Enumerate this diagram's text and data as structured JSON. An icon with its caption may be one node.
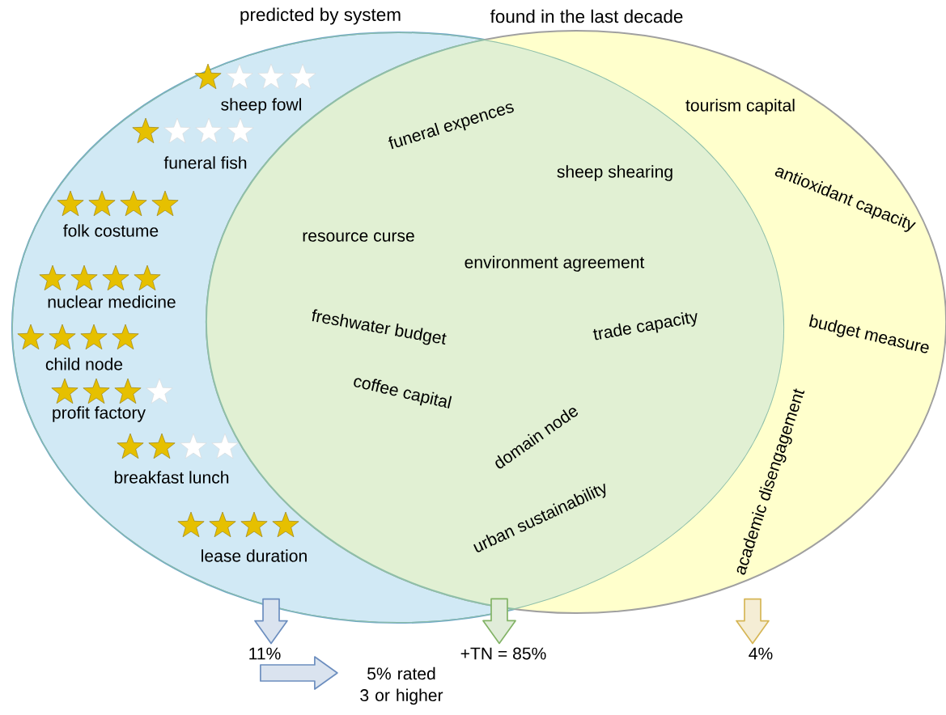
{
  "diagram": {
    "nodes": [
      {
        "text": [
          "predicted by system"
        ]
      },
      {
        "text": [
          "found in the last decade"
        ]
      },
      {
        "text": [
          "11%"
        ]
      },
      {
        "text": [
          "+TN = 85%"
        ]
      },
      {
        "text": [
          "4%"
        ]
      },
      {
        "text": [
          "5% rated 3 or higher"
        ]
      }
    ],
    "edges": [
      {
        "from": null,
        "to": 2,
        "arrow": "to",
        "color": "#6c8ebf"
      },
      {
        "from": null,
        "to": 3,
        "arrow": "to",
        "color": "#82b366"
      },
      {
        "from": null,
        "to": 4,
        "arrow": "to",
        "color": "#d6b656"
      },
      {
        "from": null,
        "to": 5,
        "arrow": "to",
        "color": "#6c8ebf"
      }
    ],
    "labels": [
      "sheep fowl",
      "funeral expences",
      "tourism capital",
      "funeral fish",
      "sheep shearing",
      "antioxidant capacity",
      "folk costume",
      "resource curse",
      "environment agreement",
      "nuclear medicine",
      "freshwater budget",
      "trade capacity",
      "budget measure",
      "child node",
      "coffee capital",
      "profit factory",
      "domain node",
      "breakfast lunch",
      "academic disengagement",
      "urban sustainability",
      "lease duration"
    ]
  }
}
